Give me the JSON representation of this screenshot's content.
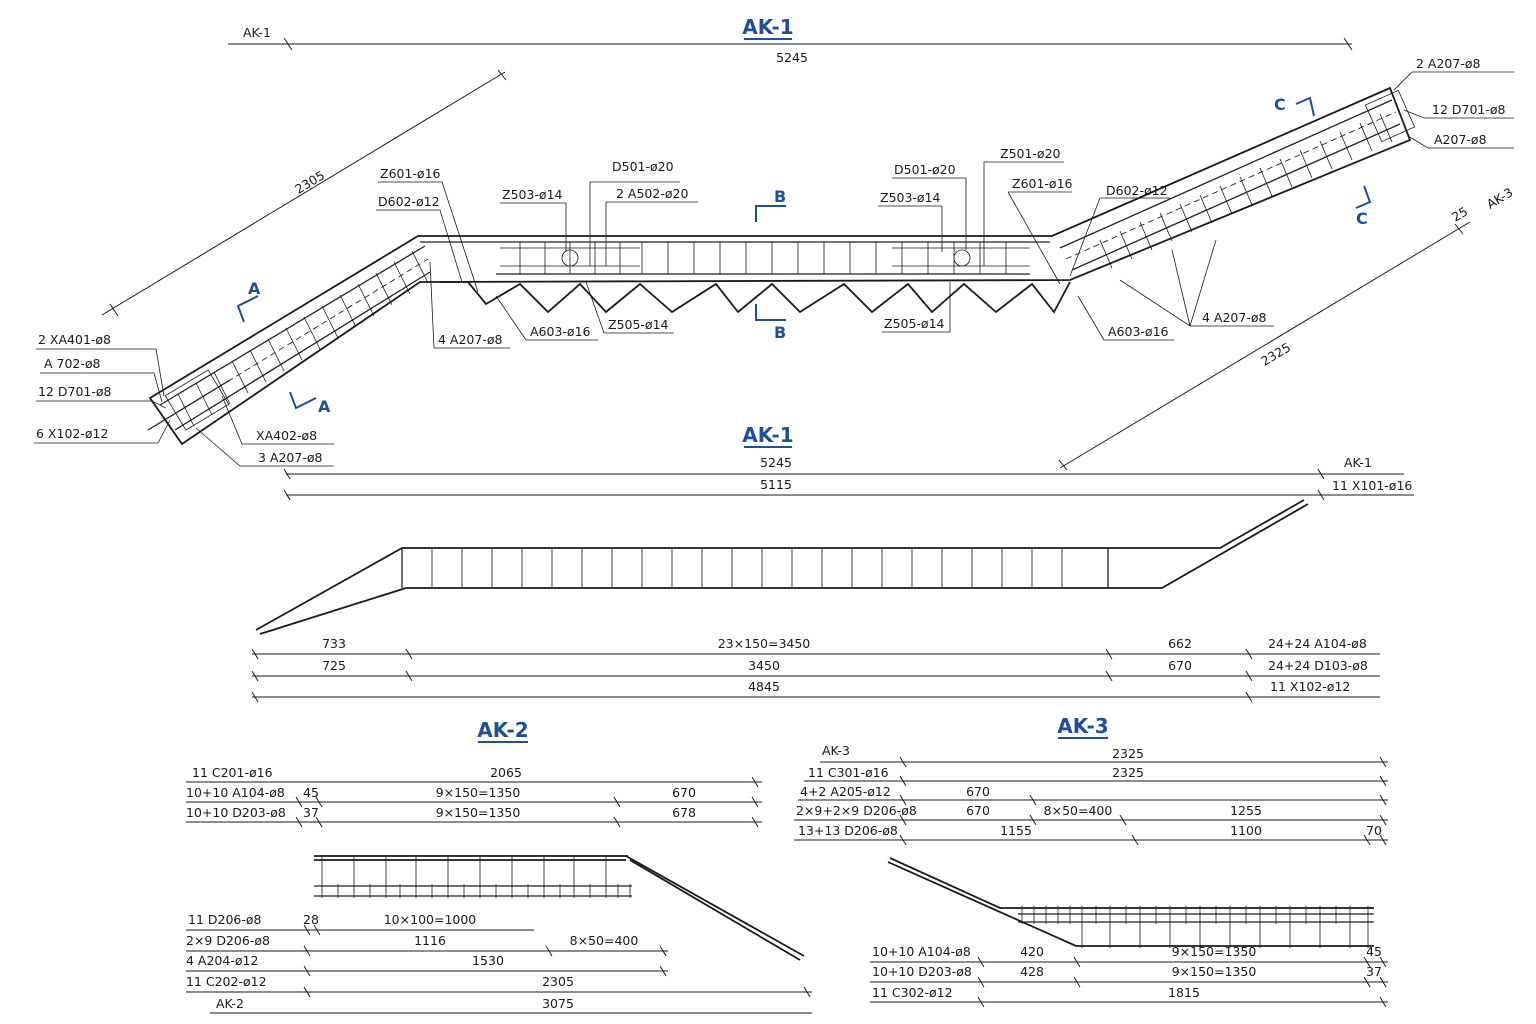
{
  "colors": {
    "accent": "#1f4e9a",
    "line": "#1a1a1a",
    "background": "#ffffff"
  },
  "titles": {
    "main_top": "AK-1",
    "main_bottom": "AK-1",
    "ak2": "AK-2",
    "ak3": "AK-3"
  },
  "main_view": {
    "ref_left": "AK-1",
    "overall_width": "5245",
    "incline_left": "2305",
    "incline_right": "2325",
    "offset_right": "25",
    "ref_right": "AK-3",
    "labels": {
      "z601_left": "Z601-ø16",
      "d602_left": "D602-ø12",
      "z503_left": "Z503-ø14",
      "d501_left": "D501-ø20",
      "a502": "2 A502-ø20",
      "d501_right": "D501-ø20",
      "z501": "Z501-ø20",
      "z503_right": "Z503-ø14",
      "z601_right": "Z601-ø16",
      "d602_right": "D602-ø12",
      "a207_top": "2 A207-ø8",
      "d701_right": "12 D701-ø8",
      "a207_right": "A207-ø8",
      "xa401": "2 XA401-ø8",
      "a702": "A 702-ø8",
      "d701_left": "12 D701-ø8",
      "x102": "6 X102-ø12",
      "xa402": "XA402-ø8",
      "a207_3": "3 A207-ø8",
      "a207_4_left": "4 A207-ø8",
      "a603_left": "A603-ø16",
      "z505_left": "Z505-ø14",
      "z505_right": "Z505-ø14",
      "a603_right": "A603-ø16",
      "a207_4_right": "4 A207-ø8"
    },
    "sections": [
      "A",
      "A",
      "B",
      "B",
      "C",
      "C"
    ]
  },
  "ak1_detail": {
    "dim_top1": "5245",
    "dim_top2": "5115",
    "tag_top1": "AK-1",
    "tag_top2": "11 X101-ø16",
    "rows": [
      {
        "left": "733",
        "mid": "23×150=3450",
        "right": "662",
        "tag": "24+24 A104-ø8"
      },
      {
        "left": "725",
        "mid": "3450",
        "right": "670",
        "tag": "24+24 D103-ø8"
      },
      {
        "left": "",
        "mid": "4845",
        "right": "",
        "tag": "11 X102-ø12"
      }
    ]
  },
  "ak2": {
    "top_rows": [
      {
        "tag": "11 C201-ø16",
        "a": "",
        "b": "2065",
        "c": ""
      },
      {
        "tag": "10+10 A104-ø8",
        "a": "45",
        "b": "9×150=1350",
        "c": "670"
      },
      {
        "tag": "10+10 D203-ø8",
        "a": "37",
        "b": "9×150=1350",
        "c": "678"
      }
    ],
    "bottom_rows": [
      {
        "tag": "11 D206-ø8",
        "a": "28",
        "b": "10×100=1000",
        "c": ""
      },
      {
        "tag": "2×9 D206-ø8",
        "a": "",
        "b": "1116",
        "c": "8×50=400"
      },
      {
        "tag": "4 A204-ø12",
        "a": "",
        "b": "1530",
        "c": ""
      },
      {
        "tag": "11 C202-ø12",
        "a": "",
        "b": "2305",
        "c": ""
      },
      {
        "tag": "AK-2",
        "a": "",
        "b": "3075",
        "c": ""
      }
    ]
  },
  "ak3": {
    "top_rows": [
      {
        "tag": "AK-3",
        "a": "",
        "b": "2325",
        "c": "",
        "d": ""
      },
      {
        "tag": "11 C301-ø16",
        "a": "",
        "b": "2325",
        "c": "",
        "d": ""
      },
      {
        "tag": "4+2 A205-ø12",
        "a": "670",
        "b": "",
        "c": "",
        "d": ""
      },
      {
        "tag": "2×9+2×9 D206-ø8",
        "a": "670",
        "b": "8×50=400",
        "c": "1255",
        "d": ""
      },
      {
        "tag": "13+13 D206-ø8",
        "a": "1155",
        "b": "",
        "c": "1100",
        "d": "70"
      }
    ],
    "bottom_rows": [
      {
        "tag": "10+10 A104-ø8",
        "a": "420",
        "b": "9×150=1350",
        "c": "45"
      },
      {
        "tag": "10+10 D203-ø8",
        "a": "428",
        "b": "9×150=1350",
        "c": "37"
      },
      {
        "tag": "11 C302-ø12",
        "a": "",
        "b": "1815",
        "c": ""
      }
    ]
  }
}
